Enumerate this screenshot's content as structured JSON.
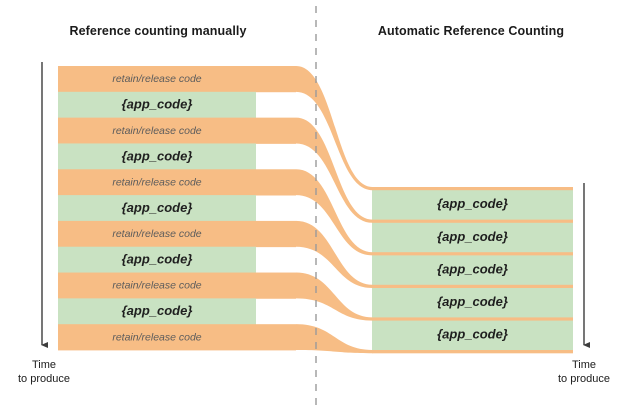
{
  "diagram": {
    "title_left": "Reference counting manually",
    "title_right": "Automatic Reference Counting",
    "divider": "dashed-vertical-line",
    "colors": {
      "retain_fill": "#f7bd85",
      "app_fill": "#c9e2c2",
      "ribbon": "#f7bd85",
      "axis": "#3d3d3d",
      "divider": "#9a9a9a",
      "heading_text": "#1b1b1b",
      "retain_text": "#5c5c5c",
      "app_text": "#1f1f1f",
      "background": "#ffffff"
    },
    "labels": {
      "retain_release": "retain/release code",
      "app_code": "{app_code}"
    },
    "left_axis": {
      "caption_line1": "Time",
      "caption_line2": "to produce",
      "arrow": "down-arrow-icon"
    },
    "right_axis": {
      "caption_line1": "Time",
      "caption_line2": "to produce",
      "arrow": "down-arrow-icon"
    },
    "left_stack": [
      {
        "type": "retain",
        "label": "retain/release code"
      },
      {
        "type": "app",
        "label": "{app_code}"
      },
      {
        "type": "retain",
        "label": "retain/release code"
      },
      {
        "type": "app",
        "label": "{app_code}"
      },
      {
        "type": "retain",
        "label": "retain/release code"
      },
      {
        "type": "app",
        "label": "{app_code}"
      },
      {
        "type": "retain",
        "label": "retain/release code"
      },
      {
        "type": "app",
        "label": "{app_code}"
      },
      {
        "type": "retain",
        "label": "retain/release code"
      },
      {
        "type": "app",
        "label": "{app_code}"
      },
      {
        "type": "retain",
        "label": "retain/release code"
      }
    ],
    "right_stack": [
      {
        "type": "app",
        "label": "{app_code}"
      },
      {
        "type": "app",
        "label": "{app_code}"
      },
      {
        "type": "app",
        "label": "{app_code}"
      },
      {
        "type": "app",
        "label": "{app_code}"
      },
      {
        "type": "app",
        "label": "{app_code}"
      }
    ],
    "ribbon_count": 6
  }
}
